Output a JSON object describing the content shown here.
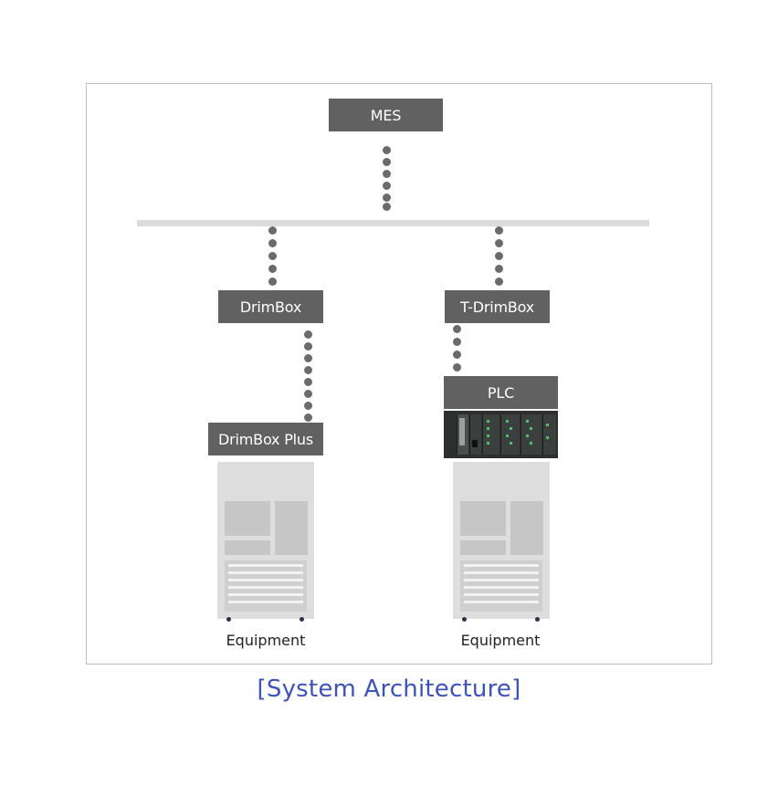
{
  "nodes": {
    "mes": "MES",
    "drimbox": "DrimBox",
    "tdrimbox": "T-DrimBox",
    "drimbox_plus": "DrimBox Plus",
    "plc": "PLC"
  },
  "equipment": {
    "left_label": "Equipment",
    "right_label": "Equipment"
  },
  "caption": "[System Architecture]",
  "colors": {
    "node_bg": "#616161",
    "bus": "#dcdcdc",
    "dots": "#6b6b6b",
    "caption": "#3f52b5",
    "cabinet": "#dedede"
  }
}
